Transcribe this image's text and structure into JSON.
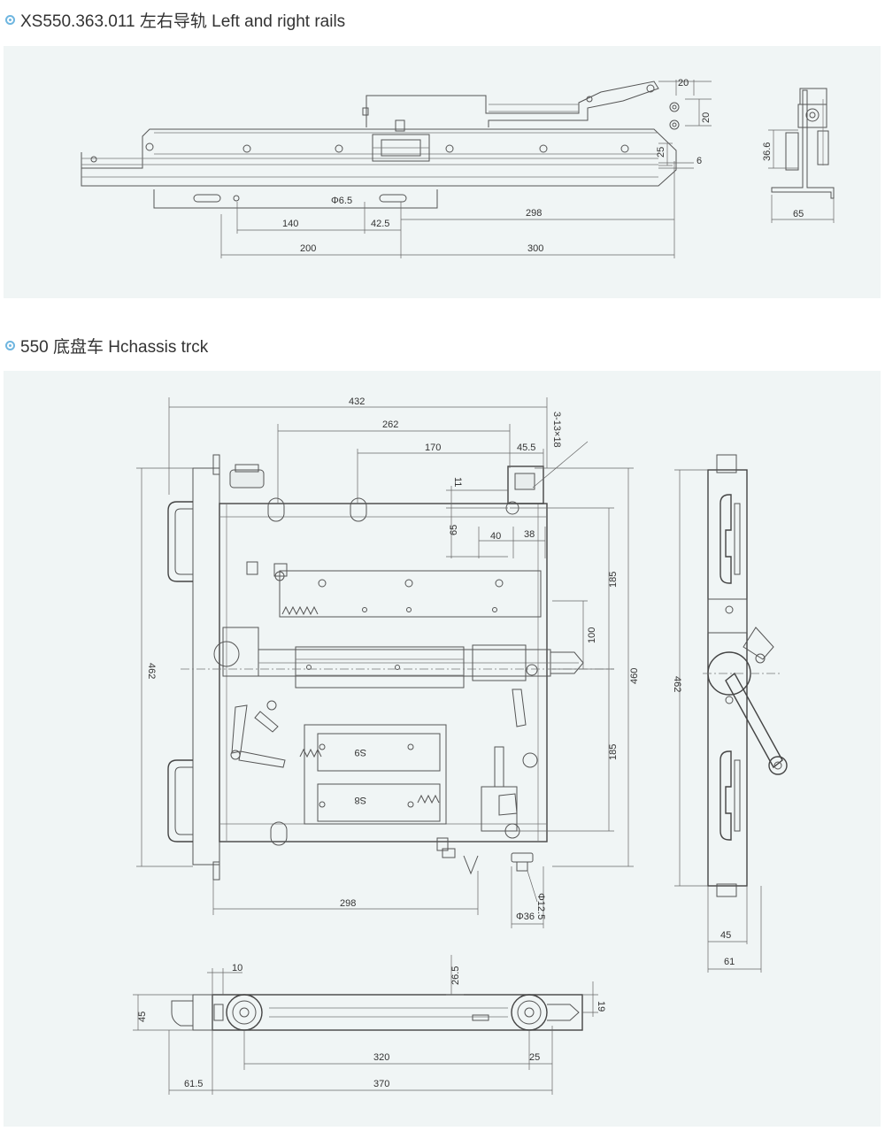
{
  "section1": {
    "title": "XS550.363.011 左右导轨 Left and right rails",
    "dims": {
      "d20a": "20",
      "d20b": "20",
      "d25": "25",
      "d6": "6",
      "d366": "36.6",
      "d65": "65",
      "phi65": "Φ6.5",
      "d140": "140",
      "d425": "42.5",
      "d298": "298",
      "d200": "200",
      "d300": "300"
    }
  },
  "section2": {
    "title": "550 底盘车 Hchassis trck",
    "dims": {
      "d432": "432",
      "d262": "262",
      "d170": "170",
      "d455": "45.5",
      "hole": "3-13×18",
      "d11": "11",
      "d65": "65",
      "d40": "40",
      "d38": "38",
      "d185a": "185",
      "d100": "100",
      "d460": "460",
      "d462": "462",
      "d185b": "185",
      "d298": "298",
      "phi125": "Φ12.5",
      "phi36": "Φ36",
      "d462r": "462",
      "d45": "45",
      "d61": "61",
      "d10": "10",
      "d265": "26.5",
      "d45b": "45",
      "d19": "19",
      "d320": "320",
      "d25": "25",
      "d615": "61.5",
      "d370": "370",
      "spring1": "S9",
      "spring2": "S8"
    }
  }
}
